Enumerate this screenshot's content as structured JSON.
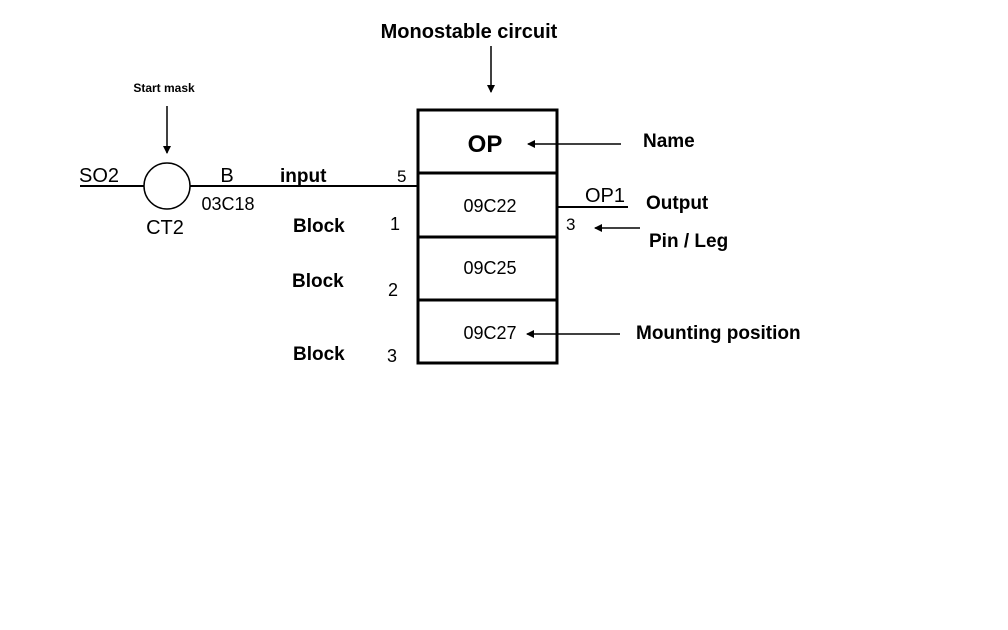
{
  "title": "Monostable circuit",
  "start_mask_label": "Start mask",
  "input_signal": {
    "signal_name": "SO2",
    "element_name": "CT2",
    "element_output": "B",
    "element_position": "03C18",
    "input_label": "input",
    "input_pin": "5"
  },
  "module": {
    "name": "OP",
    "blocks": [
      {
        "position": "09C22",
        "pin": "1",
        "label": "Block"
      },
      {
        "position": "09C25",
        "pin": "2",
        "label": "Block"
      },
      {
        "position": "09C27",
        "pin": "3",
        "label": "Block"
      }
    ]
  },
  "output": {
    "signal_name": "OP1",
    "pin": "3"
  },
  "annotations": {
    "name": "Name",
    "output": "Output",
    "pin_leg": "Pin / Leg",
    "mounting_position": "Mounting position"
  },
  "colors": {
    "ink": "#000000",
    "background": "#ffffff"
  }
}
